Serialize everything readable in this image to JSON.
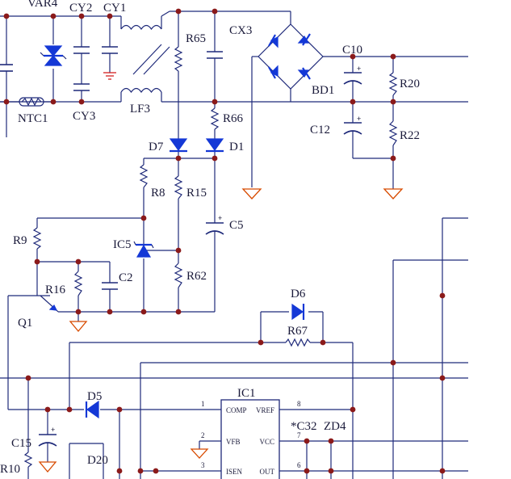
{
  "labels": {
    "var4": "VAR4",
    "cy2": "CY2",
    "cy1": "CY1",
    "cy3": "CY3",
    "ntc1": "NTC1",
    "lf3": "LF3",
    "r65": "R65",
    "cx3": "CX3",
    "r66": "R66",
    "d7": "D7",
    "d1": "D1",
    "bd1": "BD1",
    "c10": "C10",
    "r20": "R20",
    "c12": "C12",
    "r22": "R22",
    "r8": "R8",
    "r15": "R15",
    "c5": "C5",
    "r9": "R9",
    "ic5": "IC5",
    "c2": "C2",
    "r62": "R62",
    "r16": "R16",
    "q1": "Q1",
    "d6": "D6",
    "r67": "R67",
    "ic1": "IC1",
    "d5": "D5",
    "c15": "C15",
    "r10": "R10",
    "d20": "D20",
    "c32": "*C32",
    "zd4": "ZD4"
  },
  "ic1": {
    "pins": [
      {
        "num": "1",
        "name": "COMP"
      },
      {
        "num": "2",
        "name": "VFB"
      },
      {
        "num": "3",
        "name": "ISEN"
      },
      {
        "num": "8",
        "name": "VREF"
      },
      {
        "num": "7",
        "name": "VCC"
      },
      {
        "num": "6",
        "name": "OUT"
      }
    ]
  },
  "polarity": {
    "plus": "+"
  },
  "colors": {
    "wire": "#1f2a7a",
    "node": "#8b1a1a",
    "diode": "#1438d6",
    "ground_red": "#d42020",
    "ground_orange": "#d84b00"
  }
}
